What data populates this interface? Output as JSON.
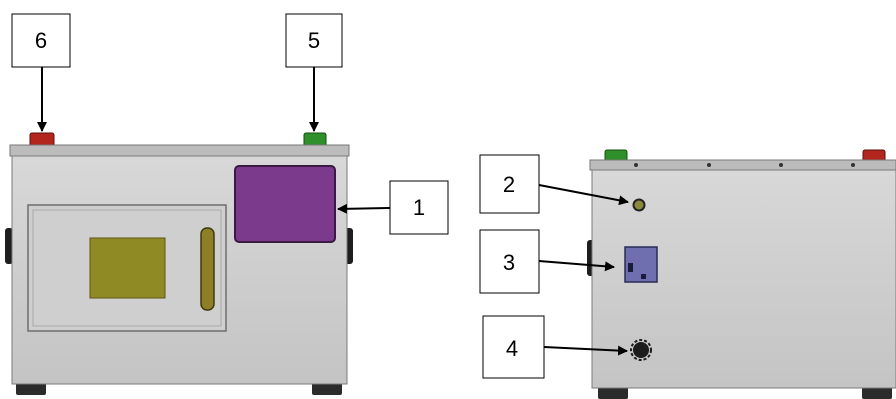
{
  "callouts": [
    {
      "id": "1",
      "label": "1"
    },
    {
      "id": "2",
      "label": "2"
    },
    {
      "id": "3",
      "label": "3"
    },
    {
      "id": "4",
      "label": "4"
    },
    {
      "id": "5",
      "label": "5"
    },
    {
      "id": "6",
      "label": "6"
    }
  ],
  "colors": {
    "panel_purple": "#7b3a8c",
    "screen_yellow": "#8f8a24",
    "button_red": "#b3261e",
    "button_green": "#2f8f2a",
    "body_gray": "#c9c9c9",
    "foot_dark": "#2b2b2b"
  }
}
